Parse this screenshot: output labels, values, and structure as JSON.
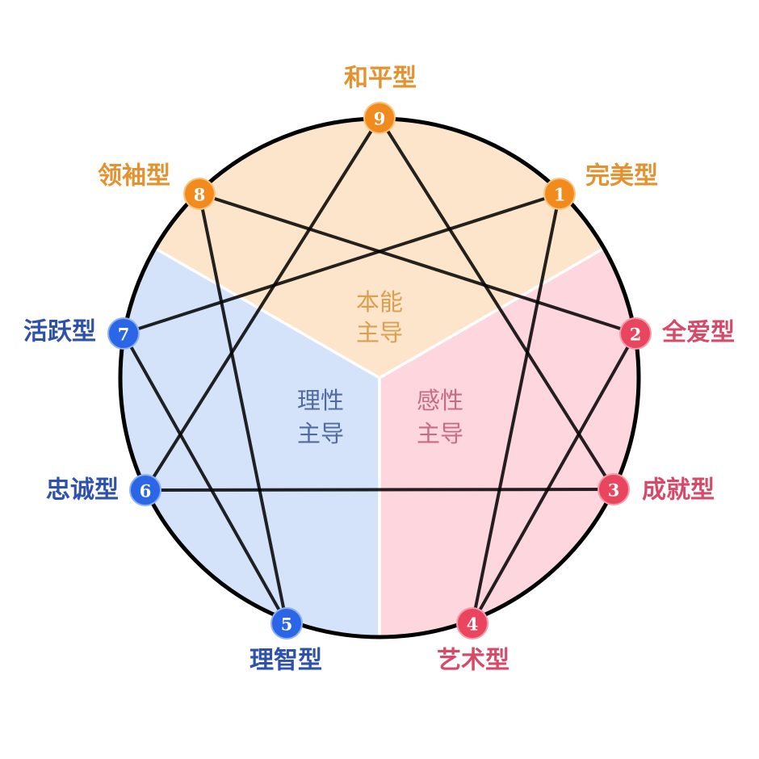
{
  "diagram": {
    "type": "enneagram",
    "nodes": [
      {
        "number": "1",
        "label": "完美型",
        "group": "instinct"
      },
      {
        "number": "2",
        "label": "全爱型",
        "group": "feeling"
      },
      {
        "number": "3",
        "label": "成就型",
        "group": "feeling"
      },
      {
        "number": "4",
        "label": "艺术型",
        "group": "feeling"
      },
      {
        "number": "5",
        "label": "理智型",
        "group": "thinking"
      },
      {
        "number": "6",
        "label": "忠诚型",
        "group": "thinking"
      },
      {
        "number": "7",
        "label": "活跃型",
        "group": "thinking"
      },
      {
        "number": "8",
        "label": "领袖型",
        "group": "instinct"
      },
      {
        "number": "9",
        "label": "和平型",
        "group": "instinct"
      }
    ],
    "centers": {
      "instinct": {
        "line1": "本能",
        "line2": "主导"
      },
      "thinking": {
        "line1": "理性",
        "line2": "主导"
      },
      "feeling": {
        "line1": "感性",
        "line2": "主导"
      }
    },
    "connections": [
      [
        "9",
        "3"
      ],
      [
        "3",
        "6"
      ],
      [
        "6",
        "9"
      ],
      [
        "1",
        "4"
      ],
      [
        "4",
        "2"
      ],
      [
        "2",
        "8"
      ],
      [
        "8",
        "5"
      ],
      [
        "5",
        "7"
      ],
      [
        "7",
        "1"
      ]
    ],
    "colors": {
      "instinct_region": "#fde5cc",
      "feeling_region": "#fdd6de",
      "thinking_region": "#d4e2fa",
      "instinct_node": "#f18b1d",
      "feeling_node": "#e9455e",
      "thinking_node": "#2a66e6",
      "outline": "#000000"
    }
  }
}
